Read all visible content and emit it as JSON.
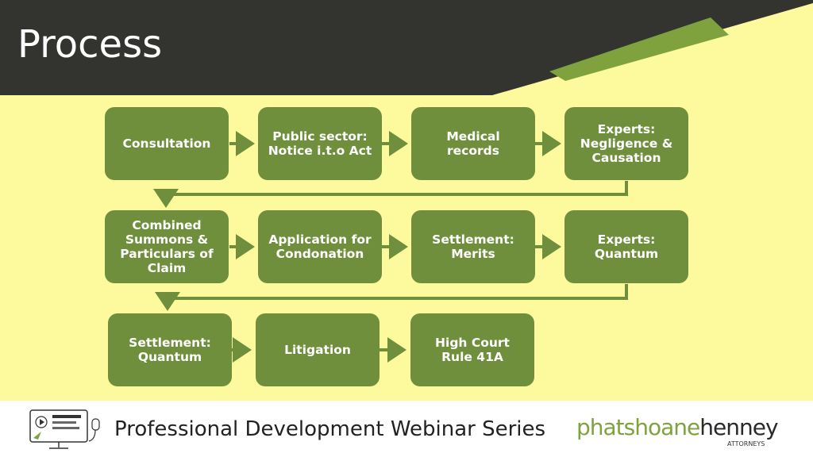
{
  "slide": {
    "title": "Process",
    "colors": {
      "header": "#333330",
      "band": "#fdfa9e",
      "box": "#708f3d",
      "accent": "#7fa23f"
    }
  },
  "steps": [
    "Consultation",
    "Public sector:\nNotice i.t.o Act",
    "Medical\nrecords",
    "Experts:\nNegligence &\nCausation",
    "Combined\nSummons &\nParticulars of\nClaim",
    "Application for\nCondonation",
    "Settlement:\nMerits",
    "Experts:\nQuantum",
    "Settlement:\nQuantum",
    "Litigation",
    "High Court\nRule 41A"
  ],
  "footer": {
    "series_title": "Professional Development Webinar Series",
    "logo_part1": "phatshoane",
    "logo_part2": "henney",
    "logo_sub": "ATTORNEYS",
    "icon_label": "computer-icon"
  }
}
